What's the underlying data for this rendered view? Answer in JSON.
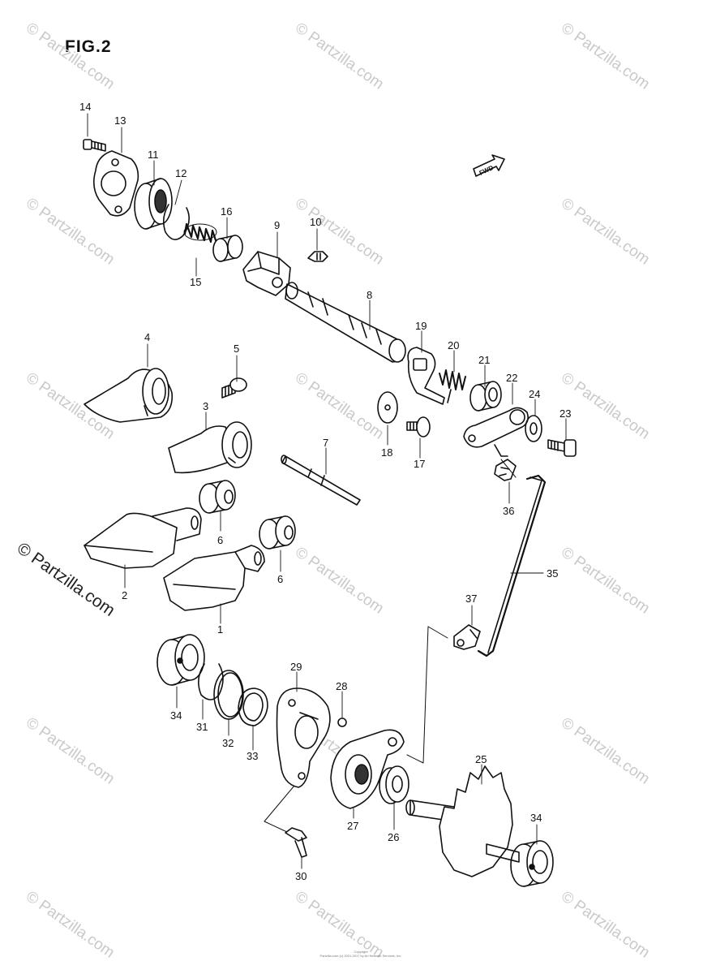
{
  "figure": {
    "title": "FIG.2"
  },
  "watermark": {
    "text": "© Partzilla.com"
  },
  "side_watermark": {
    "text": "© Partzilla.com"
  },
  "fwd_label": "FWD",
  "footer": {
    "line1": "Copyright",
    "line2": "Partzilla.com (c) 2001-2017 by Ari Network Services, Inc."
  },
  "callouts": {
    "c14": "14",
    "c13": "13",
    "c11": "11",
    "c12": "12",
    "c16": "16",
    "c15": "15",
    "c9": "9",
    "c10": "10",
    "c8": "8",
    "c4": "4",
    "c5": "5",
    "c3": "3",
    "c19": "19",
    "c20": "20",
    "c21": "21",
    "c22": "22",
    "c24": "24",
    "c23": "23",
    "c18": "18",
    "c17": "17",
    "c7": "7",
    "c36": "36",
    "c6a": "6",
    "c6b": "6",
    "c2": "2",
    "c35": "35",
    "c1": "1",
    "c37": "37",
    "c29": "29",
    "c28": "28",
    "c34a": "34",
    "c31": "31",
    "c32": "32",
    "c33": "33",
    "c25": "25",
    "c27": "27",
    "c26": "26",
    "c34b": "34",
    "c30": "30"
  }
}
